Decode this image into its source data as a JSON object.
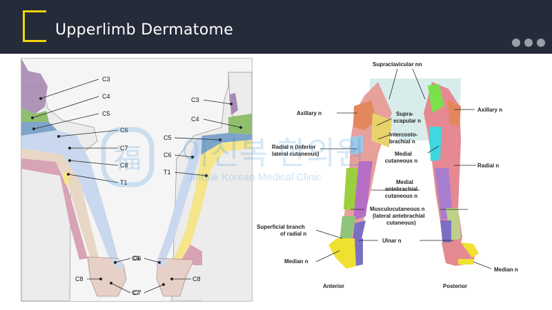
{
  "header": {
    "title": "Upperlimb Dermatome"
  },
  "left_diagram": {
    "front_labels": [
      "C3",
      "C4",
      "C5",
      "C6",
      "C7",
      "C8",
      "T1"
    ],
    "back_labels": [
      "C3",
      "C4",
      "C5",
      "C6",
      "T1"
    ],
    "hand_front": {
      "c6": "C6",
      "c8": "C8",
      "c7": "C7"
    },
    "hand_back": {
      "c6": "C6",
      "c8": "C8",
      "c7": "C7"
    }
  },
  "right_diagram": {
    "supraclavicular": "Supraclavicular nn",
    "axillary_left": "Axillary n",
    "axillary_right": "Axillary n",
    "suprascapular_1": "Supra-",
    "suprascapular_2": "scapular n",
    "intercosto_1": "Intercosto-",
    "intercosto_2": "brachial n",
    "radial_inf_1": "Radial n (inferior",
    "radial_inf_2": "lateral cutaneous)",
    "medial_cut_1": "Medial",
    "medial_cut_2": "cutaneous n",
    "radial_right": "Radial n",
    "medial_ante_1": "Medial",
    "medial_ante_2": "antebrachial",
    "medial_ante_3": "cutaneous n",
    "musculo_1": "Musculocutaneous n",
    "musculo_2": "(lateral antebrachial",
    "musculo_3": "cutaneous)",
    "superficial_1": "Superficial branch",
    "superficial_2": "of radial n",
    "ulnar": "Ulnar n",
    "median_left": "Median n",
    "median_right": "Median n",
    "anterior": "Anterior",
    "posterior": "Posterior"
  },
  "watermark": {
    "korean": "이진복 한의원",
    "english": "JinBok Korean Medical Clinic"
  },
  "colors": {
    "header_bg": "#262b3a",
    "accent_yellow": "#f2d600",
    "c3": "#a98ab3",
    "c4": "#7fa4c9",
    "c5": "#8fbf6e",
    "c6": "#c9d8ee",
    "c7": "#e9d7c6",
    "c8": "#d8a3b4",
    "t1": "#f6e58a"
  }
}
